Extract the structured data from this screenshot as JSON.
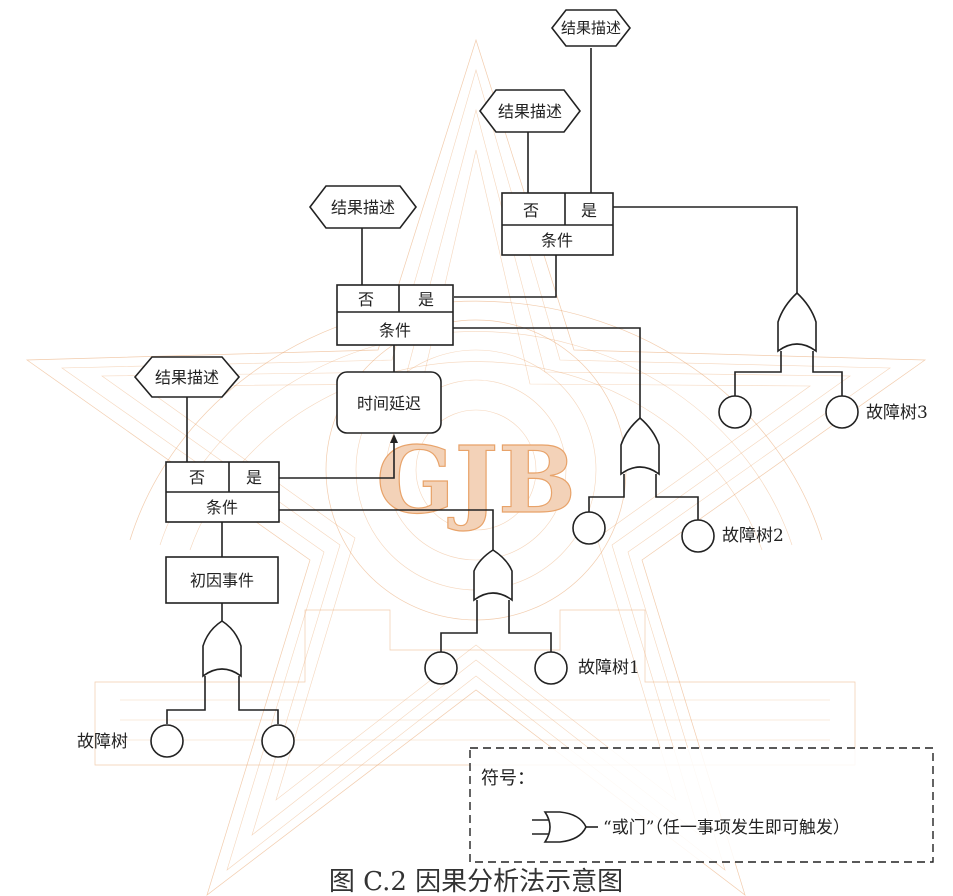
{
  "diagram": {
    "outcome_label": "结果描述",
    "no_label": "否",
    "yes_label": "是",
    "condition_label": "条件",
    "initiating_event_label": "初因事件",
    "time_delay_label": "时间延迟",
    "fault_tree_labels": [
      "故障树",
      "故障树1",
      "故障树2",
      "故障树3"
    ]
  },
  "legend": {
    "title": "符号：",
    "or_gate_description": "“或门”（任一事项发生即可触发）"
  },
  "watermark": {
    "text": "GJB",
    "color": "#e8a36a"
  },
  "caption": "图 C.2  因果分析法示意图"
}
